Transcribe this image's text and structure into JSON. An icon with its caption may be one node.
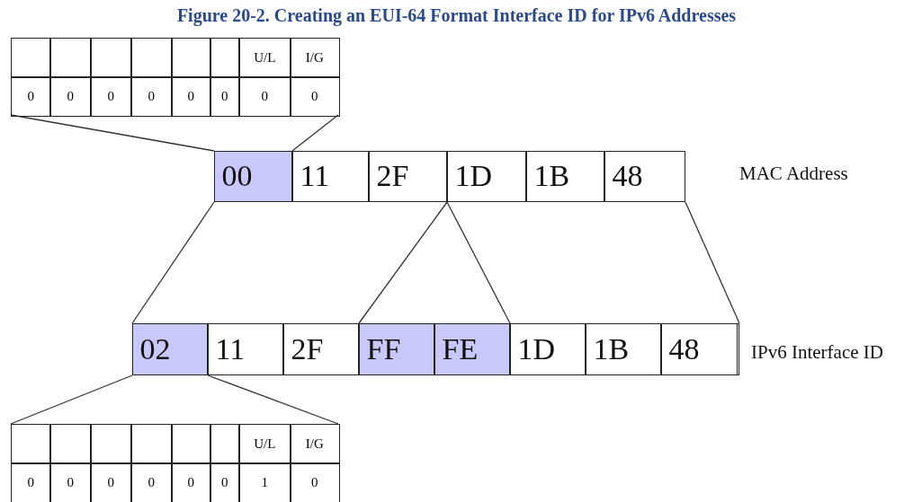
{
  "diagram": {
    "title": "Figure 20-2. Creating an EUI-64 Format Interface ID for IPv6 Addresses",
    "nodes": [
      {
        "text": [
          "U/L",
          "I/G",
          "0",
          "0",
          "0",
          "0",
          "0",
          "0",
          "0",
          "0"
        ]
      },
      {
        "text": [],
        "shape": "box",
        "beside": [
          "MAC Address"
        ]
      },
      {
        "text": [
          "00"
        ],
        "in": 1
      },
      {
        "text": [
          "11"
        ],
        "in": 1
      },
      {
        "text": [
          "2F"
        ],
        "in": 1
      },
      {
        "text": [
          "1D"
        ],
        "in": 1
      },
      {
        "text": [
          "1B"
        ],
        "in": 1
      },
      {
        "text": [
          "48"
        ],
        "in": 1
      },
      {
        "text": [],
        "shape": "box",
        "beside": [
          "IPv6 Interface ID"
        ]
      },
      {
        "text": [
          "02"
        ],
        "in": 8
      },
      {
        "text": [
          "11"
        ],
        "in": 8
      },
      {
        "text": [
          "2F"
        ],
        "in": 8
      },
      {
        "text": [
          "FF"
        ],
        "in": 8
      },
      {
        "text": [
          "FE"
        ],
        "in": 8
      },
      {
        "text": [
          "1D"
        ],
        "in": 8
      },
      {
        "text": [
          "1B"
        ],
        "in": 8
      },
      {
        "text": [
          "48"
        ],
        "in": 8
      },
      {
        "text": [
          "U/L",
          "I/G",
          "0",
          "0",
          "0",
          "0",
          "0",
          "0",
          "1",
          "0"
        ]
      }
    ],
    "edges": [
      {
        "from": 0,
        "to": 2,
        "arrow": "none"
      },
      {
        "from": 0,
        "to": 2,
        "arrow": "none"
      },
      {
        "from": 1,
        "to": 8,
        "arrow": "none"
      },
      {
        "from": 1,
        "to": 8,
        "arrow": "none"
      },
      {
        "from": 5,
        "to": 12,
        "arrow": "none"
      },
      {
        "from": 5,
        "to": 13,
        "arrow": "none"
      },
      {
        "from": 9,
        "to": 17,
        "arrow": "none"
      },
      {
        "from": 9,
        "to": 17,
        "arrow": "none"
      }
    ]
  }
}
